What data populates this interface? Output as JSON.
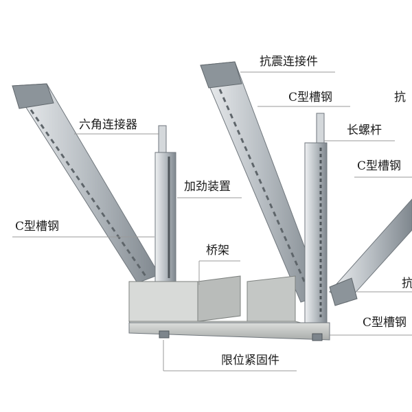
{
  "labels": {
    "hex_connector": "六角连接器",
    "seismic_connector": "抗震连接件",
    "seismic_connector_cut": "抗",
    "c_channel_top_mid": "C型槽钢",
    "long_screw": "长螺杆",
    "c_channel_right": "C型槽钢",
    "stiffener": "加劲装置",
    "c_channel_left": "C型槽钢",
    "cable_tray": "桥架",
    "seismic_connector_right_cut": "抗",
    "c_channel_bottom_right": "C型槽钢",
    "limit_fastener": "限位紧固件"
  },
  "colors": {
    "steel_light": "#d9dde0",
    "steel_mid": "#aeb4b9",
    "steel_dark": "#7d858c",
    "tray": "#c9ccca",
    "leader": "#9a9a9a"
  }
}
